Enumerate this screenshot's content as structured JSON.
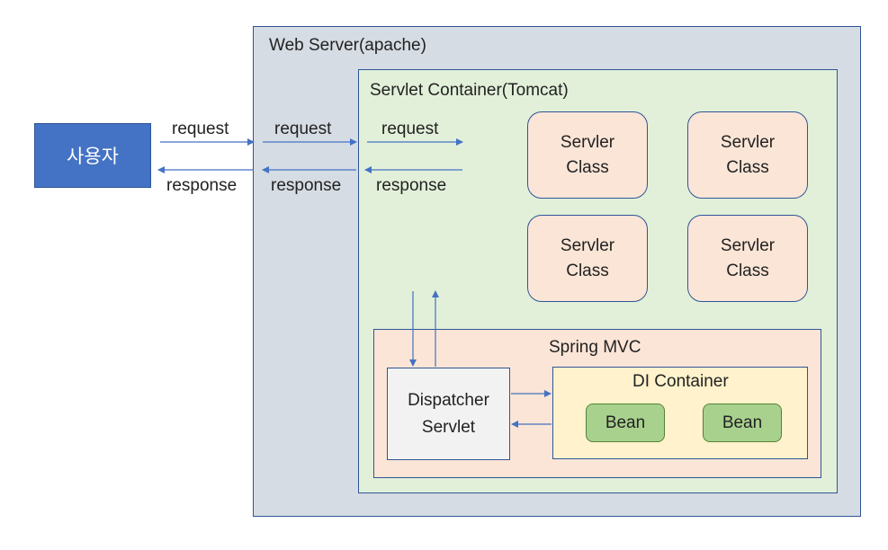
{
  "web_server": {
    "title": "Web Server(apache)"
  },
  "servlet_container": {
    "title": "Servlet Container(Tomcat)"
  },
  "user": {
    "label": "사용자"
  },
  "flows": {
    "request_1": "request",
    "response_1": "response",
    "request_2": "request",
    "response_2": "response",
    "request_3": "request",
    "response_3": "response"
  },
  "servlet_classes": [
    {
      "label": "Servler\nClass"
    },
    {
      "label": "Servler\nClass"
    },
    {
      "label": "Servler\nClass"
    },
    {
      "label": "Servler\nClass"
    }
  ],
  "spring_mvc": {
    "title": "Spring MVC",
    "dispatcher": "Dispatcher\nServlet",
    "di_container": {
      "title": "DI Container",
      "beans": [
        "Bean",
        "Bean"
      ]
    }
  },
  "colors": {
    "border": "#2f5597",
    "arrow": "#4472c4",
    "web_server_fill": "#d6dce4",
    "servlet_container_fill": "#e2f0d9",
    "spring_mvc_fill": "#fbe5d6",
    "di_container_fill": "#fff2cc",
    "bean_fill": "#a9d18e",
    "user_fill": "#4472c4"
  }
}
